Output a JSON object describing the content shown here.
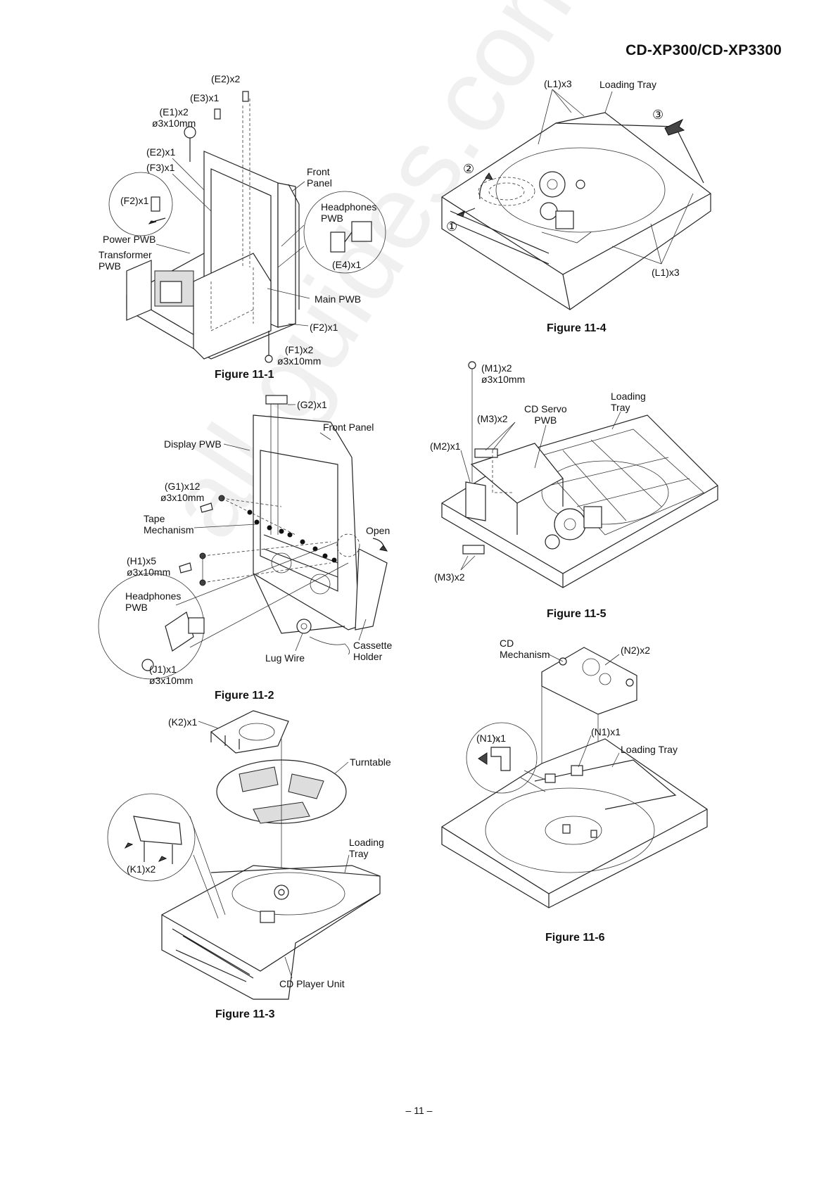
{
  "header": {
    "model": "CD-XP300/CD-XP3300"
  },
  "watermark": "all-guides.com",
  "page_number": "– 11 –",
  "figures": {
    "f1": {
      "caption": "Figure 11-1",
      "labels": {
        "e2x2": "(E2)x2",
        "e3x1": "(E3)x1",
        "e1x2": "(E1)x2\nø3x10mm",
        "e2x1": "(E2)x1",
        "f3x1": "(F3)x1",
        "f2x1_top": "(F2)x1",
        "power_pwb": "Power PWB",
        "transformer_pwb": "Transformer\nPWB",
        "front_panel": "Front\nPanel",
        "headphones_pwb": "Headphones\nPWB",
        "e4x1": "(E4)x1",
        "main_pwb": "Main PWB",
        "f2x1_bottom": "(F2)x1",
        "f1x2": "(F1)x2\nø3x10mm"
      }
    },
    "f2": {
      "caption": "Figure 11-2",
      "labels": {
        "g2x1": "(G2)x1",
        "front_panel": "Front Panel",
        "display_pwb": "Display PWB",
        "g1x12": "(G1)x12\nø3x10mm",
        "tape_mech": "Tape\nMechanism",
        "open": "Open",
        "h1x5": "(H1)x5\nø3x10mm",
        "headphones_pwb": "Headphones\nPWB",
        "j1x1": "(J1)x1\nø3x10mm",
        "lug_wire": "Lug Wire",
        "cassette_holder": "Cassette\nHolder"
      }
    },
    "f3": {
      "caption": "Figure 11-3",
      "labels": {
        "k2x1": "(K2)x1",
        "turntable": "Turntable",
        "loading_tray": "Loading\nTray",
        "k1x2": "(K1)x2",
        "cd_player_unit": "CD Player Unit"
      }
    },
    "f4": {
      "caption": "Figure 11-4",
      "labels": {
        "l1x3_top": "(L1)x3",
        "loading_tray": "Loading Tray",
        "step3": "③",
        "step2": "②",
        "step1": "①",
        "l1x3_bottom": "(L1)x3"
      }
    },
    "f5": {
      "caption": "Figure 11-5",
      "labels": {
        "m1x2": "(M1)x2\nø3x10mm",
        "loading_tray": "Loading\nTray",
        "cd_servo_pwb": "CD Servo\nPWB",
        "m3x2_top": "(M3)x2",
        "m2x1": "(M2)x1",
        "m3x2_bottom": "(M3)x2"
      }
    },
    "f6": {
      "caption": "Figure 11-6",
      "labels": {
        "cd_mechanism": "CD\nMechanism",
        "n2x2": "(N2)x2",
        "n1x1_left": "(N1)x1",
        "n1x1_right": "(N1)x1",
        "loading_tray": "Loading Tray"
      }
    }
  }
}
